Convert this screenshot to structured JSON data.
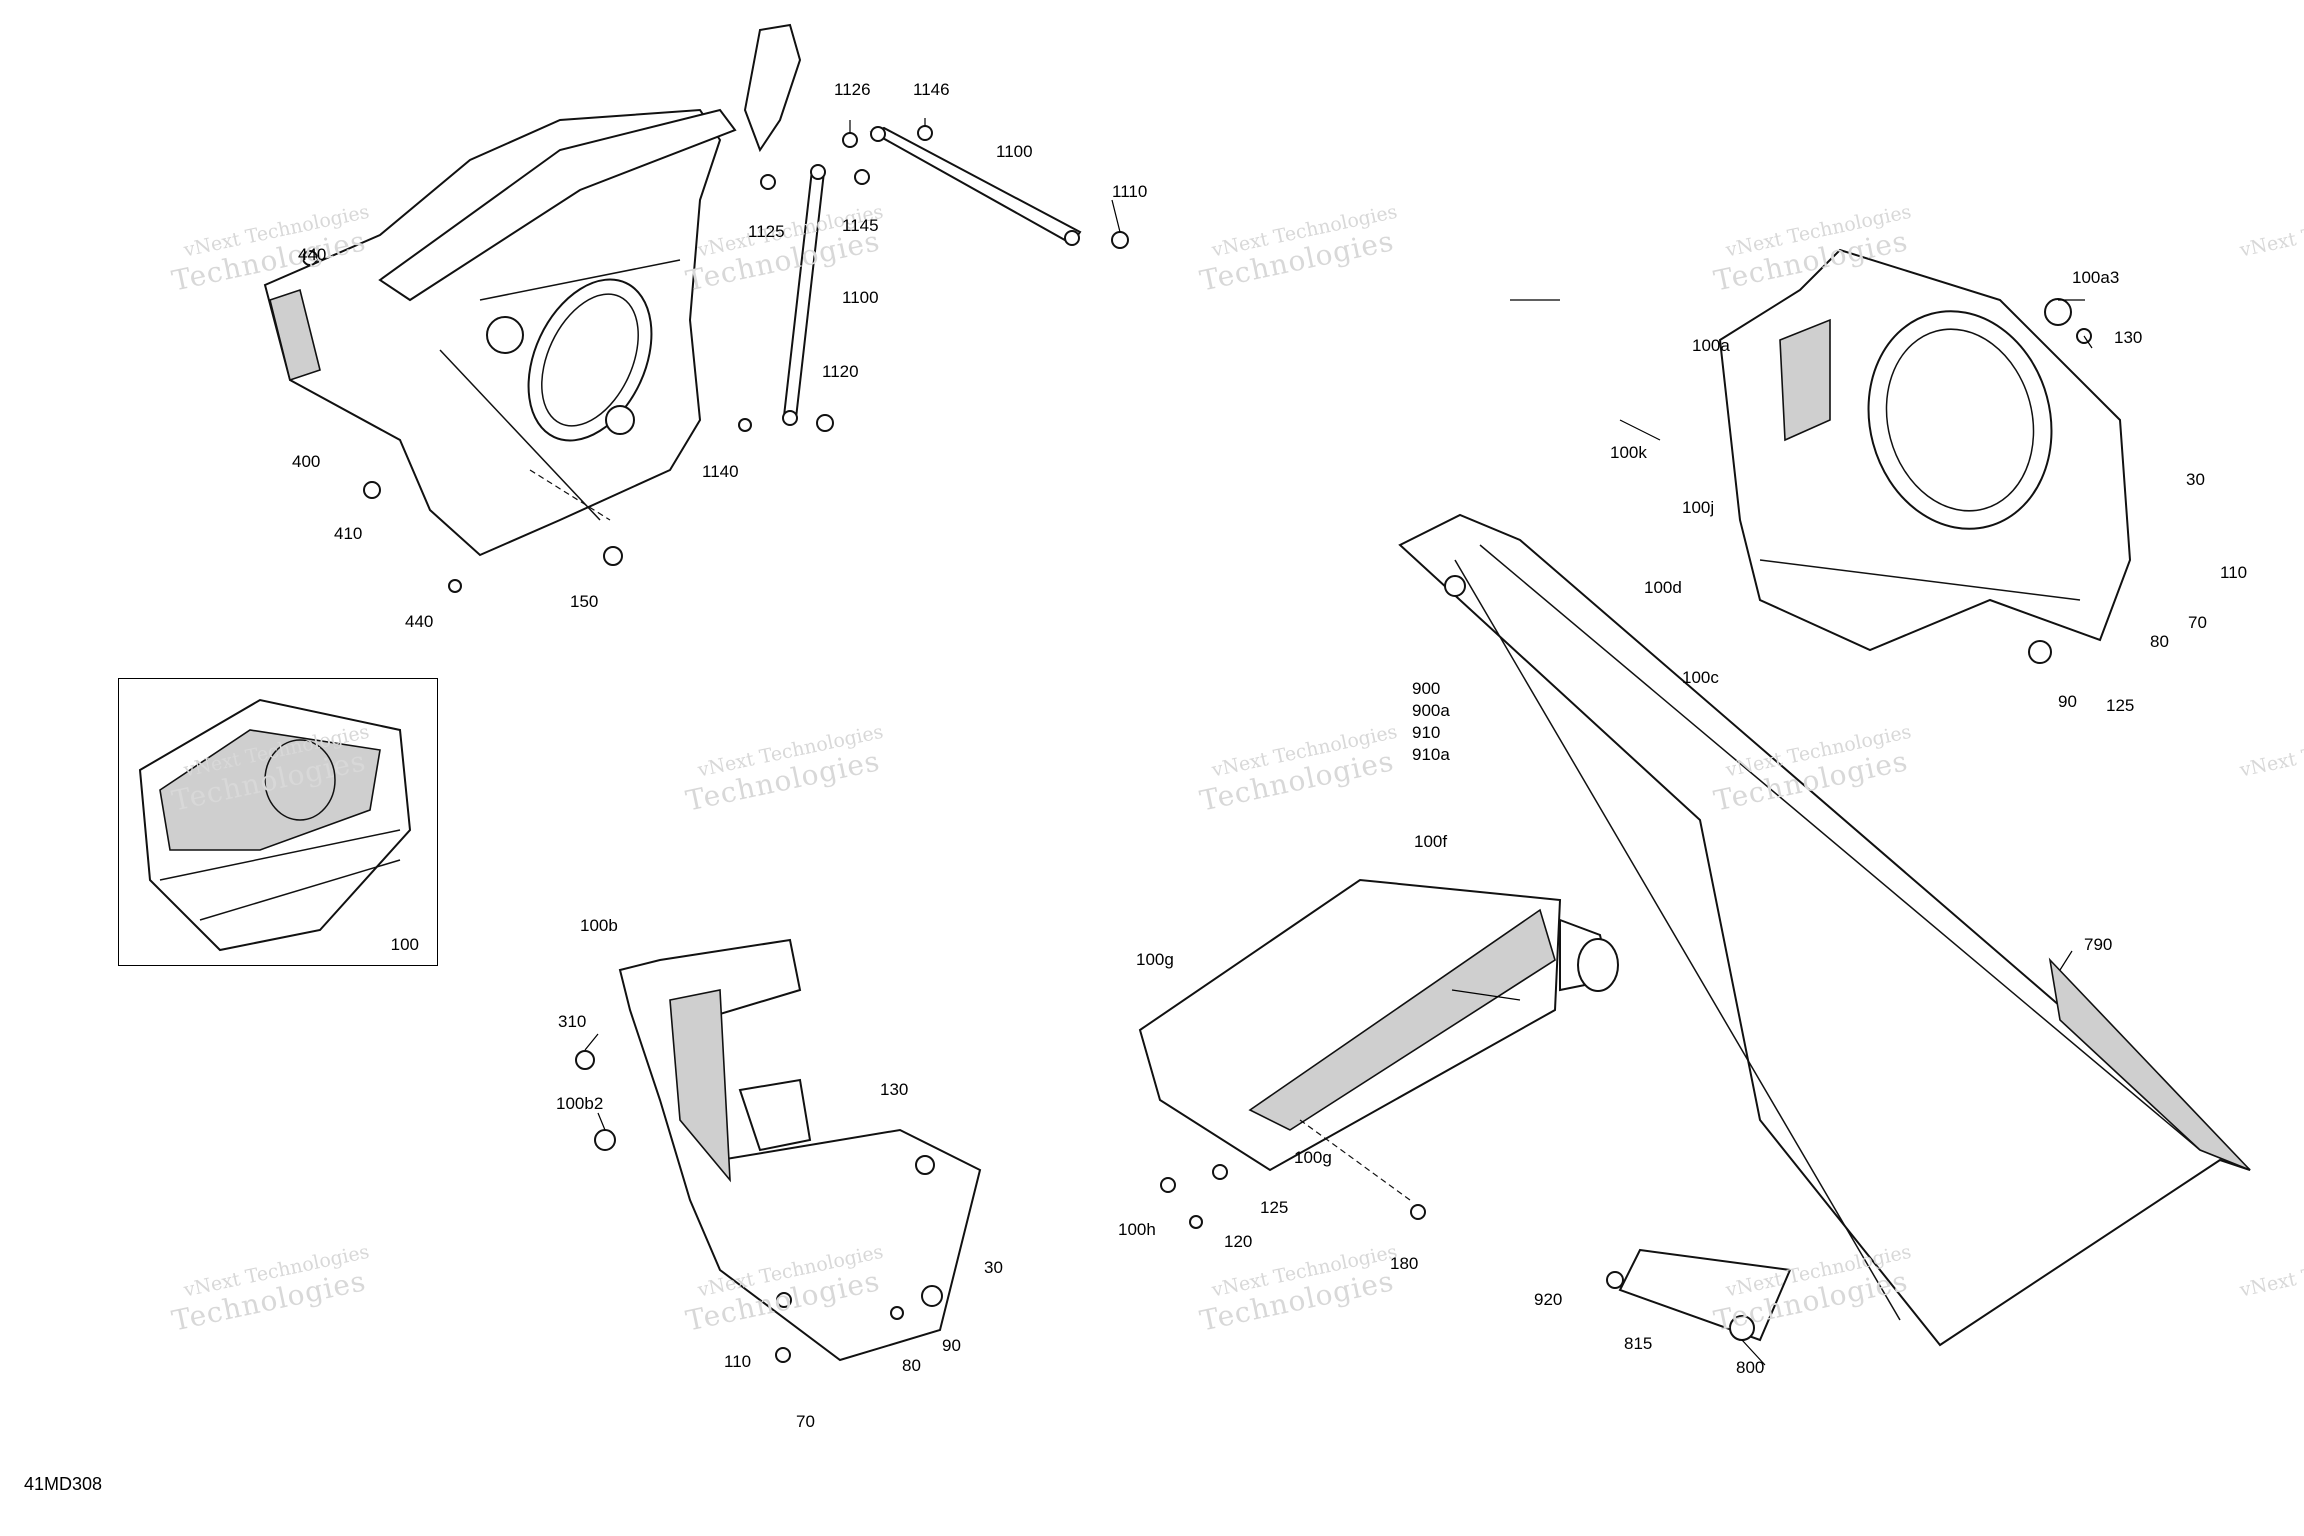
{
  "diagram": {
    "reference_code": "41MD308",
    "watermark": {
      "line1": "vNext Technologies",
      "line2": "Technologies"
    },
    "inset": {
      "label": "100"
    },
    "callouts": [
      {
        "id": "1126",
        "text": "1126"
      },
      {
        "id": "1146",
        "text": "1146"
      },
      {
        "id": "1100a",
        "text": "1100"
      },
      {
        "id": "1110",
        "text": "1110"
      },
      {
        "id": "1125",
        "text": "1125"
      },
      {
        "id": "1145",
        "text": "1145"
      },
      {
        "id": "1100b",
        "text": "1100"
      },
      {
        "id": "1120",
        "text": "1120"
      },
      {
        "id": "1140",
        "text": "1140"
      },
      {
        "id": "440a",
        "text": "440"
      },
      {
        "id": "400",
        "text": "400"
      },
      {
        "id": "410",
        "text": "410"
      },
      {
        "id": "440b",
        "text": "440"
      },
      {
        "id": "150",
        "text": "150"
      },
      {
        "id": "100a3",
        "text": "100a3"
      },
      {
        "id": "100a",
        "text": "100a"
      },
      {
        "id": "130a",
        "text": "130"
      },
      {
        "id": "100k",
        "text": "100k"
      },
      {
        "id": "100j",
        "text": "100j"
      },
      {
        "id": "30a",
        "text": "30"
      },
      {
        "id": "110a",
        "text": "110"
      },
      {
        "id": "100d",
        "text": "100d"
      },
      {
        "id": "80a",
        "text": "80"
      },
      {
        "id": "70a",
        "text": "70"
      },
      {
        "id": "100c",
        "text": "100c"
      },
      {
        "id": "90a",
        "text": "90"
      },
      {
        "id": "125a",
        "text": "125"
      },
      {
        "id": "900",
        "text": "900\n900a\n910\n910a"
      },
      {
        "id": "100f",
        "text": "100f"
      },
      {
        "id": "100g1",
        "text": "100g"
      },
      {
        "id": "100g2",
        "text": "100g"
      },
      {
        "id": "125b",
        "text": "125"
      },
      {
        "id": "100h",
        "text": "100h"
      },
      {
        "id": "120",
        "text": "120"
      },
      {
        "id": "180",
        "text": "180"
      },
      {
        "id": "790",
        "text": "790"
      },
      {
        "id": "920",
        "text": "920"
      },
      {
        "id": "815",
        "text": "815"
      },
      {
        "id": "800",
        "text": "800"
      },
      {
        "id": "100b",
        "text": "100b"
      },
      {
        "id": "310",
        "text": "310"
      },
      {
        "id": "100b2",
        "text": "100b2"
      },
      {
        "id": "130b",
        "text": "130"
      },
      {
        "id": "30b",
        "text": "30"
      },
      {
        "id": "90b",
        "text": "90"
      },
      {
        "id": "80b",
        "text": "80"
      },
      {
        "id": "110b",
        "text": "110"
      },
      {
        "id": "70b",
        "text": "70"
      }
    ]
  }
}
